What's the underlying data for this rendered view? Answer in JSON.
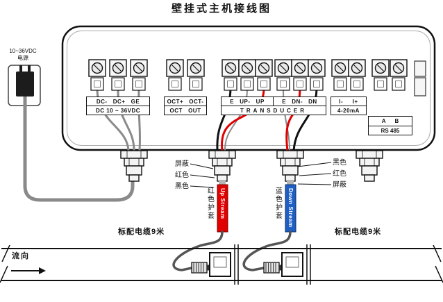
{
  "title": "壁挂式主机接线图",
  "power_supply": {
    "line1": "10~36VDC",
    "line2": "电源"
  },
  "terminal_labels": {
    "dc_row1": "DC-   DC+   GE",
    "dc_row2": "DC 10 ~ 36VDC",
    "oct_row1": "OCT+   OCT-",
    "oct_row2": "OCT   OUT",
    "up_row1": "E   UP-   UP",
    "dn_row1": "E   DN-   DN",
    "transducer_row2": "TRANSDUCER",
    "current_row1": "I-     I+",
    "current_row2": "4-20mA",
    "rs485_row1": "A      B",
    "rs485_row2": "RS 485"
  },
  "wire_callouts_left": {
    "shield": "屏蔽",
    "red": "红色",
    "black": "黑色"
  },
  "wire_callouts_right": {
    "black": "黑色",
    "red": "红色",
    "shield": "屏蔽"
  },
  "upstream_cable": {
    "sheath_label": "红色护套",
    "stream_label": "Up Stream"
  },
  "downstream_cable": {
    "sheath_label": "蓝色护套",
    "stream_label": "Down Stream"
  },
  "cable_note_left": "标配电缆9米",
  "cable_note_right": "标配电缆9米",
  "flow_direction_label": "流向",
  "colors": {
    "red_cable": "#e00000",
    "blue_cable": "#1f5fc4",
    "gray_cable": "#8a8a8a",
    "wire_black": "#111111"
  }
}
